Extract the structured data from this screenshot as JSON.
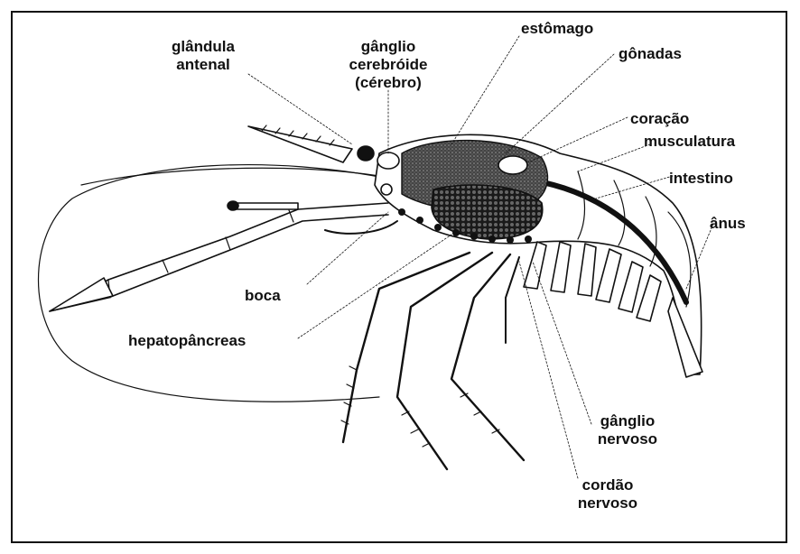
{
  "labels": {
    "glandula_antenal": [
      "glândula",
      "antenal"
    ],
    "ganglio_cerebroide": [
      "gânglio",
      "cerebróide",
      "(cérebro)"
    ],
    "estomago": "estômago",
    "gonadas": "gônadas",
    "coracao": "coração",
    "musculatura": "musculatura",
    "intestino": "intestino",
    "anus": "ânus",
    "boca": "boca",
    "hepatopancreas": "hepatopâncreas",
    "ganglio_nervoso": [
      "gânglio",
      "nervoso"
    ],
    "cordao_nervoso": [
      "cordão",
      "nervoso"
    ]
  },
  "colors": {
    "ink": "#111111",
    "background": "#ffffff"
  }
}
